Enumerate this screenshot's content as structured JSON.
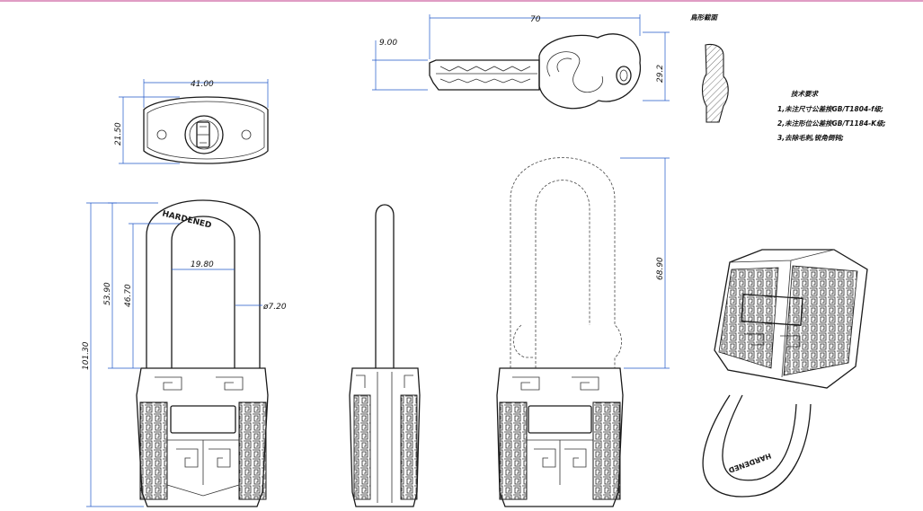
{
  "dimensions": {
    "key_length": "70",
    "key_blade_height": "9.00",
    "key_head_height": "29.2",
    "body_top_width": "41.00",
    "body_top_depth": "21.50",
    "shackle_inner_width": "19.80",
    "shackle_diameter": "ø7.20",
    "total_height": "101.30",
    "shackle_outer_height": "53.90",
    "shackle_inner_height": "46.70",
    "shackle_open_height": "68.90"
  },
  "section_label": "鳥形截面",
  "tech_requirements": {
    "title": "技术要求",
    "items": [
      "1,未注尺寸公差按GB/T1804-f级;",
      "2,未注形位公差按GB/T1184-K级;",
      "3,去除毛刺,锐角倒钝;"
    ]
  },
  "engraving": "HARDENED",
  "colors": {
    "line": "#1a1a1a",
    "dimension_line": "#1f56c8",
    "top_border": "#c03a8a"
  }
}
